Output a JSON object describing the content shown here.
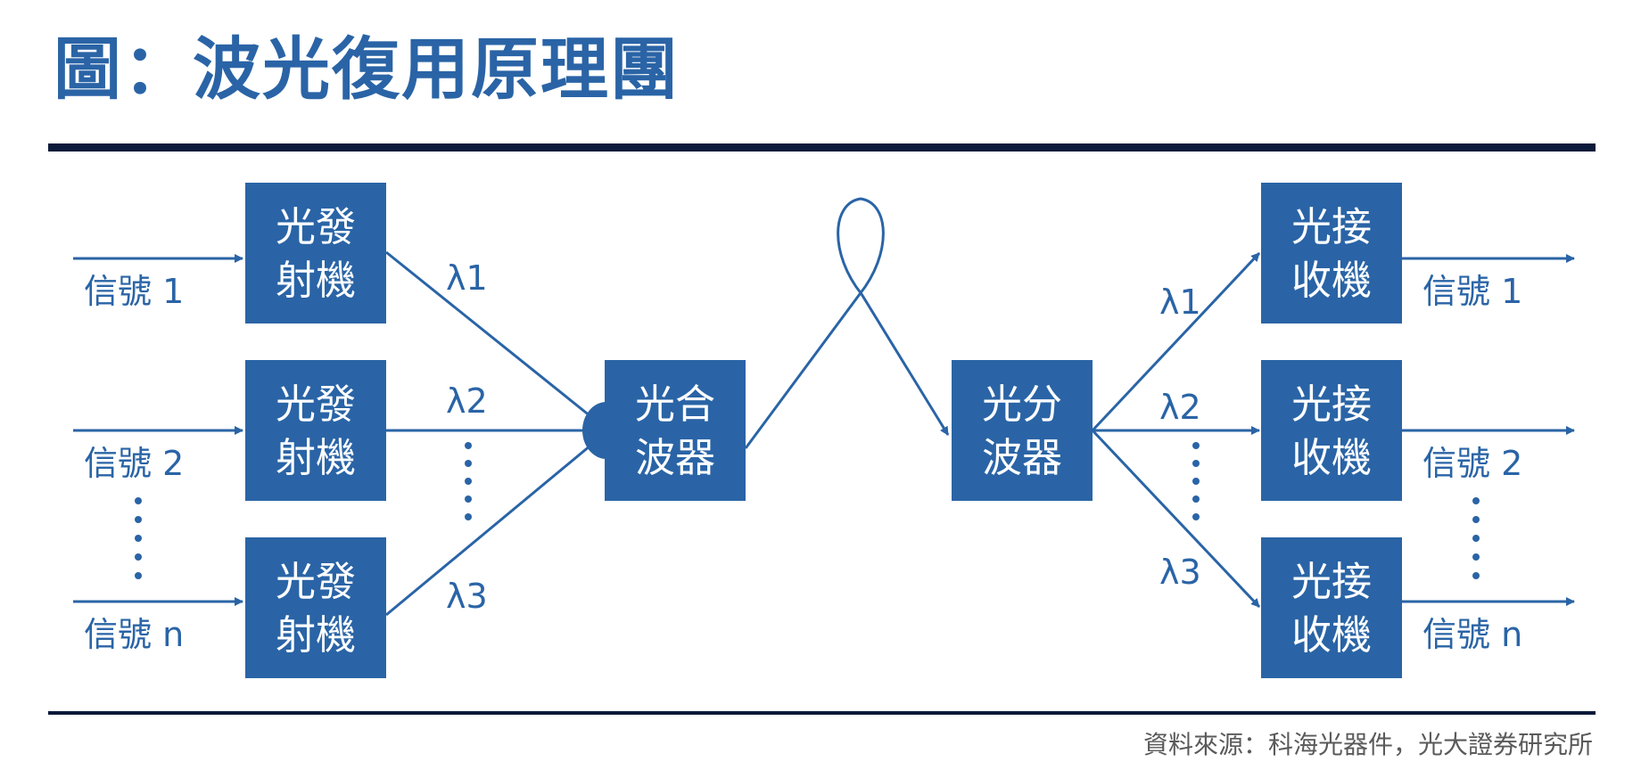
{
  "title": "圖：波光復用原理團",
  "source": "資料來源：科海光器件，光大證券研究所",
  "transmitter": {
    "line1": "光發",
    "line2": "射機"
  },
  "combiner": {
    "line1": "光合",
    "line2": "波器"
  },
  "splitter": {
    "line1": "光分",
    "line2": "波器"
  },
  "receiver": {
    "line1": "光接",
    "line2": "收機"
  },
  "signals": [
    "信號 1",
    "信號 2",
    "信號 n"
  ],
  "wavelengths": [
    "λ1",
    "λ2",
    "λ3"
  ],
  "colors": {
    "primary": "#2a64a6",
    "rule": "#0b1a3a"
  }
}
